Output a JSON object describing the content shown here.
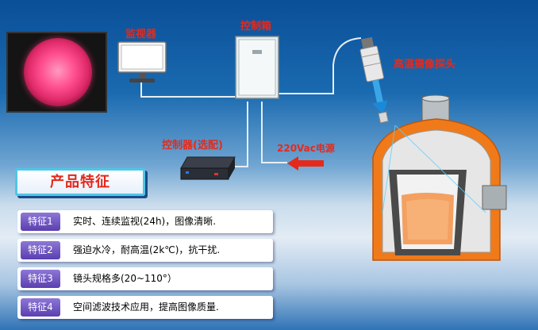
{
  "labels": {
    "monitor": "监视器",
    "control_box": "控制箱",
    "probe": "高温摄像探头",
    "controller": "控制器(选配)",
    "power": "220Vac电源"
  },
  "features": {
    "title": "产品特征",
    "items": [
      {
        "tag": "特征1",
        "text": "实时、连续监视(24h)，图像清晰."
      },
      {
        "tag": "特征2",
        "text": "强迫水冷，耐高温(2k℃)，抗干扰."
      },
      {
        "tag": "特征3",
        "text": "镜头规格多(20~110°）"
      },
      {
        "tag": "特征4",
        "text": "空间滤波技术应用，提高图像质量."
      }
    ]
  },
  "colors": {
    "label_red": "#e52a1c",
    "feature_tag": "#6a50c0",
    "furnace_orange": "#f07a1a",
    "title_border": "#4ec7e6"
  }
}
